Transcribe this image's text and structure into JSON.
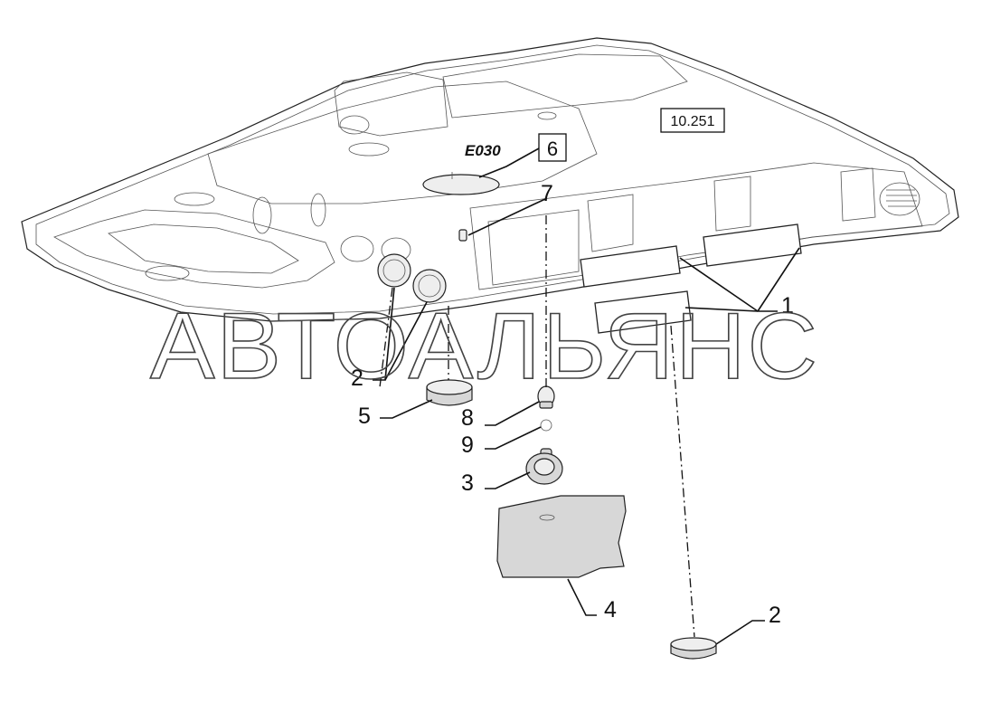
{
  "reference_box": "10.251",
  "code_label": "E030",
  "watermark": "АВТОАЛЬЯНС",
  "callouts": {
    "c1": "1",
    "c2_left": "2",
    "c2_right": "2",
    "c3": "3",
    "c4": "4",
    "c5": "5",
    "c6": "6",
    "c7": "7",
    "c8": "8",
    "c9": "9"
  }
}
